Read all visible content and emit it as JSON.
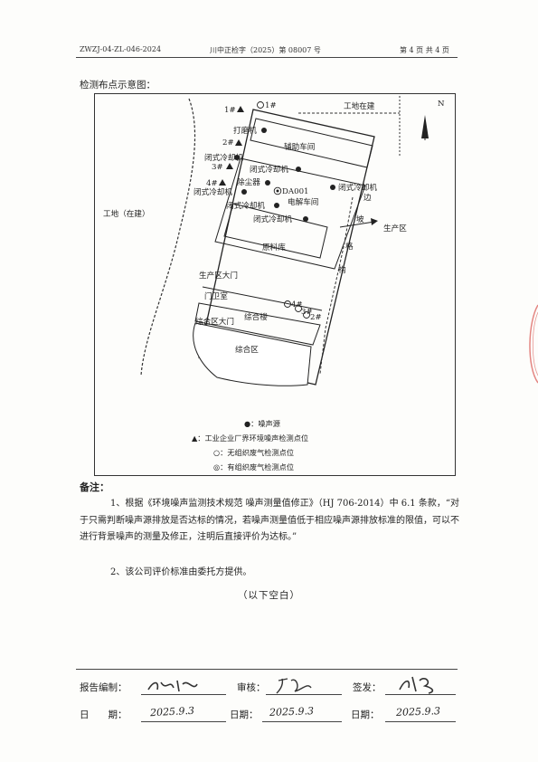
{
  "header": {
    "doc_code": "ZWZJ-04-ZL-046-2024",
    "report_no": "川中正检字（2025）第 08007 号",
    "page_info": "第 4 页  共 4 页"
  },
  "figure": {
    "title": "检测布点示意图：",
    "labels": {
      "pt1": "1#",
      "pt2": "2#",
      "pt3": "3#",
      "pt4": "4#",
      "o1": "1#",
      "o2": "2#",
      "o3": "3#",
      "o4": "4#",
      "da001": "DA001",
      "construction_site_top": "工地在建",
      "construction_site_left": "工地（在建）",
      "production_area_right": "生产区",
      "grinder": "打磨机",
      "aux_workshop": "辅助车间",
      "cooler1": "闭式冷却机",
      "cooler2": "闭式冷却机",
      "cooler3": "闭式冷却机",
      "cooler4": "闭式冷却机",
      "cooler5": "闭式冷却机",
      "cooler6": "闭式冷却机",
      "dust_collector": "除尘器",
      "electrolysis_workshop": "电解车间",
      "raw_material_store": "原料库",
      "slope_structure": [
        "边",
        "坡",
        "格",
        "构"
      ],
      "production_gate": "生产区大门",
      "guard_room": "门卫室",
      "admin_building": "综合楼",
      "admin_gate": "综合区大门",
      "admin_area": "综合区",
      "north": "N"
    }
  },
  "legend": [
    {
      "symbol": "●",
      "text": "：噪声源"
    },
    {
      "symbol": "▲",
      "text": "：工业企业厂界环境噪声检测点位"
    },
    {
      "symbol": "○",
      "text": "：无组织废气检测点位"
    },
    {
      "symbol": "◎",
      "text": "：有组织废气检测点位"
    }
  ],
  "notes": {
    "title": "备注：",
    "items": [
      "1、根据《环境噪声监测技术规范 噪声测量值修正》（HJ 706-2014）中 6.1 条款，“对于只需判断噪声源排放是否达标的情况，若噪声测量值低于相应噪声源排放标准的限值，可以不进行背景噪声的测量及修正，注明后直接评价为达标。”",
      "2、该公司评价标准由委托方提供。"
    ],
    "end_mark": "（以下空白）"
  },
  "signoff": {
    "compiled_label": "报告编制：",
    "review_label": "审核：",
    "issue_label": "签发：",
    "date_label_1": "日　　期：",
    "date_label_2": "日期：",
    "date_label_3": "日期：",
    "compiled_sig": "金文洁",
    "review_sig": "王茂",
    "issue_sig": "(signature)",
    "date_1": "2025.9.3",
    "date_2": "2025.9.3",
    "date_3": "2025.9.3"
  }
}
